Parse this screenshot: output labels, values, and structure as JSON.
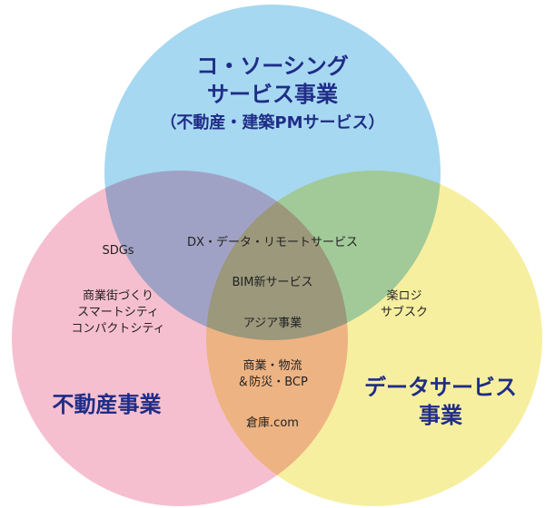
{
  "circles": {
    "top": {
      "title_lines": [
        "コ・ソーシング",
        "サービス事業"
      ],
      "subtitle": "（不動産・建築PMサービス）",
      "color": "#a6d8f2"
    },
    "left": {
      "title": "不動産事業",
      "color": "#f6bfd0"
    },
    "right": {
      "title_lines": [
        "データサービス",
        "事業"
      ],
      "color": "#f7efa0"
    }
  },
  "overlaps": {
    "left_only": {
      "sdgs": "SDGs",
      "smartcity_lines": [
        "商業街づくり",
        "スマートシティ",
        "コンパクトシティ"
      ]
    },
    "right_only": {
      "logistics_lines": [
        "楽ロジ",
        "サブスク"
      ]
    },
    "top_right": {
      "dx": "DX・データ・リモートサービス"
    },
    "center": {
      "bim": "BIM新サービス",
      "asia": "アジア事業"
    },
    "left_right": {
      "commerce_lines": [
        "商業・物流",
        "＆防災・BCP"
      ],
      "souko": "倉庫.com"
    }
  },
  "accent_color": "#1f2d86"
}
